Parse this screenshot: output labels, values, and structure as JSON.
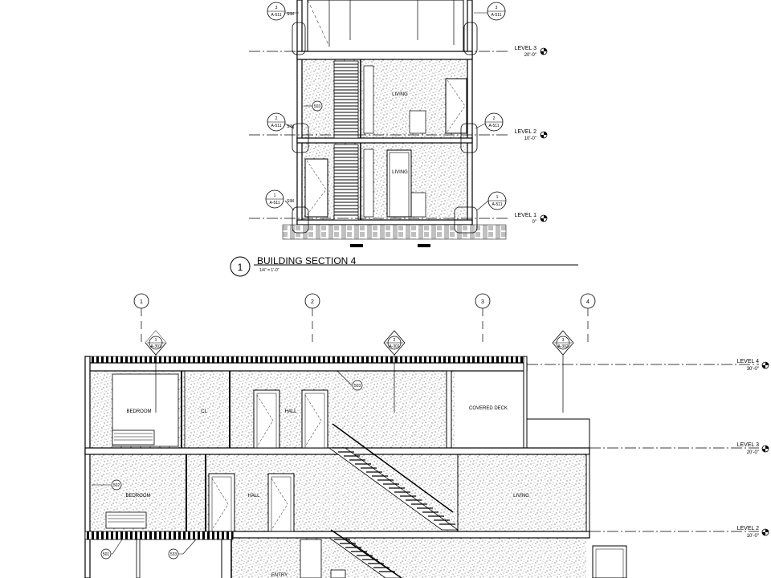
{
  "section_top": {
    "title": "BUILDING SECTION 4",
    "number": "1",
    "scale": "1/4\" = 1'-0\"",
    "rooms": [
      "LIVING",
      "LIVING"
    ],
    "tag": "503"
  },
  "section_bottom": {
    "rooms": [
      "BEDROOM",
      "CL",
      "HALL",
      "COVERED DECK",
      "BEDROOM",
      "HALL",
      "LIVING",
      "ENTRY"
    ],
    "tags": [
      "503",
      "502",
      "501",
      "533"
    ]
  },
  "grids": [
    "1",
    "2",
    "3",
    "4"
  ],
  "levels": [
    {
      "name": "LEVEL 4",
      "elev": "30'-0\""
    },
    {
      "name": "LEVEL 3",
      "elev": "20'-0\""
    },
    {
      "name": "LEVEL 2",
      "elev": "10'-0\""
    },
    {
      "name": "LEVEL 1",
      "elev": "0\""
    }
  ],
  "details": [
    {
      "num": "3",
      "sheet": "A-511"
    },
    {
      "num": "2",
      "sheet": "A-511"
    },
    {
      "num": "1",
      "sheet": "A-511"
    }
  ],
  "sim": "SIM",
  "sections": [
    {
      "num": "1",
      "sheet": "A-301"
    },
    {
      "num": "2",
      "sheet": "A-301"
    },
    {
      "num": "3",
      "sheet": "A-302"
    }
  ]
}
